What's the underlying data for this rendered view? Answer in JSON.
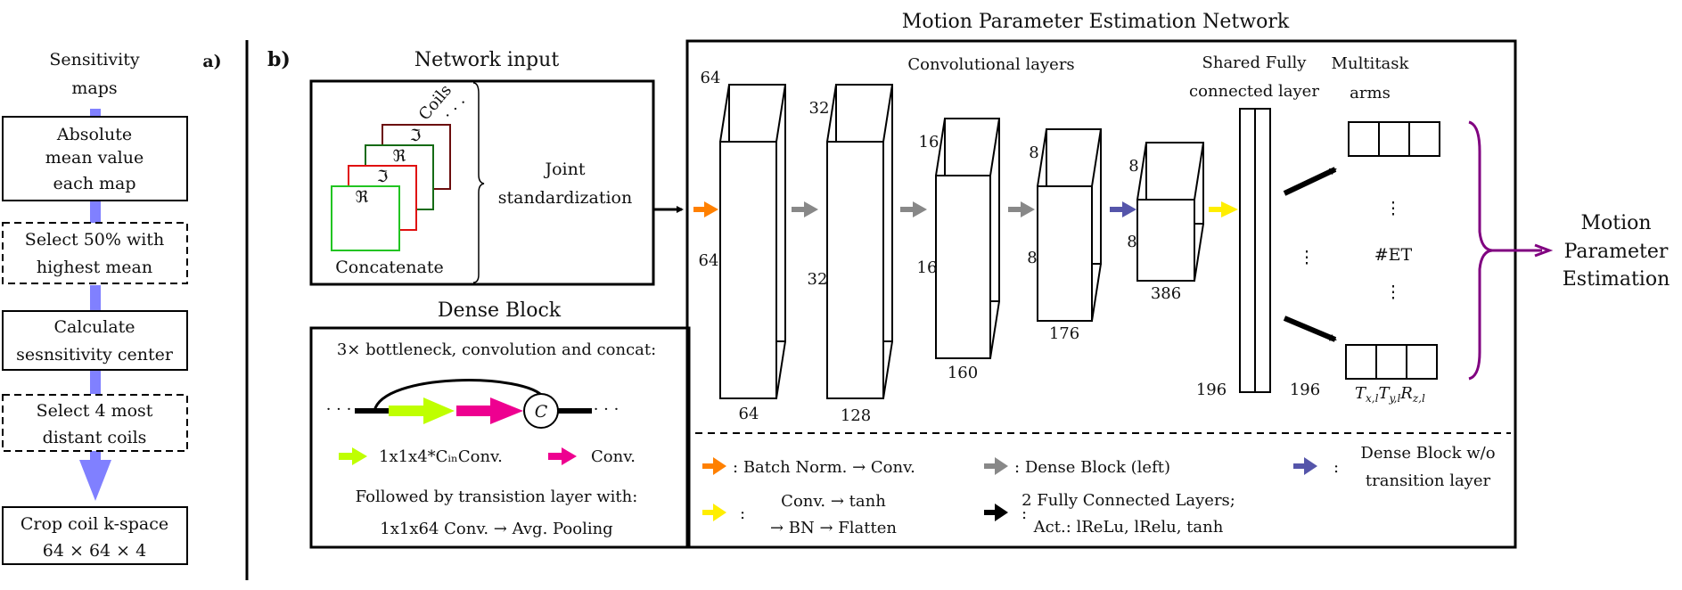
{
  "panel_a": {
    "label": "a)",
    "input": [
      "Sensitivity",
      "maps"
    ],
    "steps": [
      {
        "lines": [
          "Absolute",
          "mean value",
          "each map"
        ],
        "style": "solid"
      },
      {
        "lines": [
          "Select 50% with",
          "highest mean"
        ],
        "style": "dashed"
      },
      {
        "lines": [
          "Calculate",
          "sesnsitivity center"
        ],
        "style": "solid"
      },
      {
        "lines": [
          "Select 4 most",
          "distant coils"
        ],
        "style": "dashed"
      },
      {
        "lines": [
          "Crop coil k-space",
          "64 × 64 × 4"
        ],
        "style": "solid"
      }
    ],
    "flow_color": "#8080ff"
  },
  "panel_b": {
    "label": "b)",
    "network_input": {
      "title": "Network input",
      "coils_label": "Coils",
      "ellipsis": "· · ·",
      "stack": [
        {
          "symbol": "ℜ",
          "color": "#22c422"
        },
        {
          "symbol": "ℑ",
          "color": "#e01010"
        },
        {
          "symbol": "ℜ",
          "color": "#156b15"
        },
        {
          "symbol": "ℑ",
          "color": "#6b0d0d"
        }
      ],
      "concat_label": "Concatenate",
      "standardization": [
        "Joint",
        "standardization"
      ]
    },
    "dense_block": {
      "title": "Dense Block",
      "heading": "3× bottleneck, convolution and concat:",
      "concat_symbol": "C",
      "ellipsis": "· · ·",
      "legend": [
        {
          "label": "1x1x4*CᵢₙConv.",
          "color": "#bfff00"
        },
        {
          "label": "Conv.",
          "color": "#ee0090"
        }
      ],
      "footer": [
        "Followed by transistion layer with:",
        "1x1x64 Conv. → Avg. Pooling"
      ]
    },
    "network": {
      "title": "Motion Parameter Estimation Network",
      "conv_title": "Convolutional layers",
      "fc_title": [
        "Shared Fully",
        "connected layer"
      ],
      "arms_title": [
        "Multitask",
        "arms"
      ],
      "blocks": [
        {
          "depth": "64",
          "height": "64",
          "channels": "64"
        },
        {
          "depth": "32",
          "height": "32",
          "channels": "128"
        },
        {
          "depth": "16",
          "height": "16",
          "channels": "160"
        },
        {
          "depth": "8",
          "height": "8",
          "channels": "176"
        },
        {
          "depth": "8",
          "height": "8",
          "channels": "386"
        }
      ],
      "fc_in": "196",
      "fc_out": "196",
      "arms_dots": "⋮",
      "arms_count_label": "#ET",
      "arm_outputs": [
        "T",
        "x,l",
        "T",
        "y,l",
        "R",
        "z,l"
      ],
      "output_label": [
        "Motion",
        "Parameter",
        "Estimation"
      ],
      "output_color": "#800080"
    },
    "legend": [
      {
        "color": "#ff8000",
        "text": [
          "Batch Norm. → Conv."
        ]
      },
      {
        "color": "#888888",
        "text": [
          "Dense Block (left)"
        ]
      },
      {
        "color": "#5555aa",
        "text": [
          "Dense Block w/o",
          "transition layer"
        ]
      },
      {
        "color": "#ffee00",
        "text": [
          "Conv. → tanh",
          "→ BN → Flatten"
        ]
      },
      {
        "color": "#000000",
        "text": [
          "2 Fully Connected Layers;",
          "Act.: lReLu, lRelu, tanh"
        ]
      }
    ],
    "legend_sep": ":"
  }
}
